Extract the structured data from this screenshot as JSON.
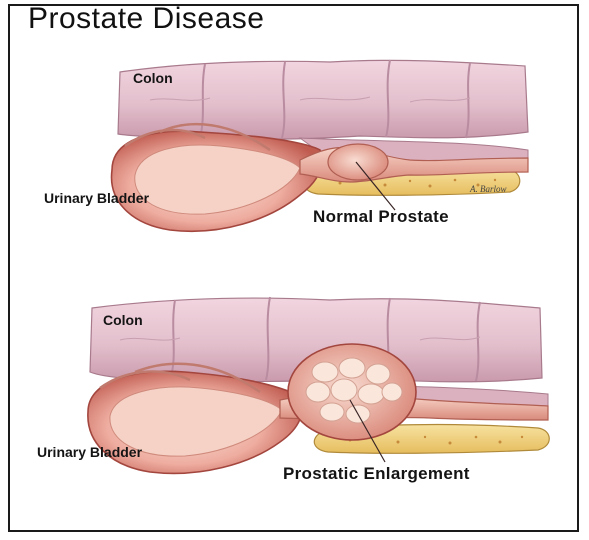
{
  "title": "Prostate Disease",
  "panels": [
    {
      "state": "normal",
      "labels": {
        "colon": "Colon",
        "bladder": "Urinary Bladder",
        "prostate": "Normal Prostate"
      }
    },
    {
      "state": "enlarged",
      "labels": {
        "colon": "Colon",
        "bladder": "Urinary Bladder",
        "prostate": "Prostatic Enlargement"
      }
    }
  ],
  "signature": "A. Barlow",
  "colors": {
    "colon": "#e3bfcc",
    "colon_fold": "#b98ca0",
    "bladder": "#e39a8e",
    "bladder_inner": "#f6d2c6",
    "bladder_edge": "#a3463e",
    "prostate_normal": "#f0b9ad",
    "prostate_enlarged": "#e8a99c",
    "nodule": "#fbe6dc",
    "bone": "#f2d27e",
    "line": "#3a2626"
  }
}
